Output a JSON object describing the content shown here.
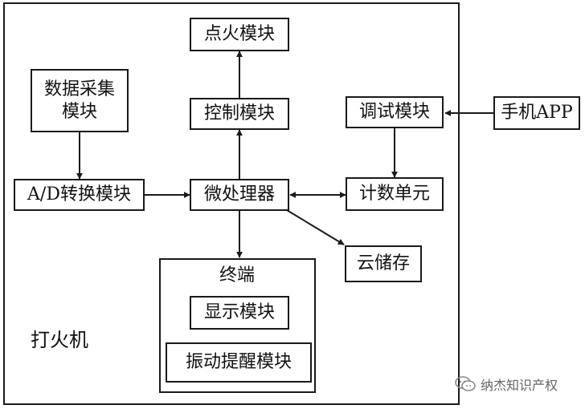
{
  "nodes": {
    "ignition": "点火模块",
    "data_acq": "数据采集\n模块",
    "control": "控制模块",
    "debug": "调试模块",
    "phone_app": "手机APP",
    "ad_convert": "A/D转换模块",
    "mcu": "微处理器",
    "counter": "计数单元",
    "cloud": "云储存",
    "terminal": "终端",
    "display": "显示模块",
    "vibration": "振动提醒模块"
  },
  "outer_label": "打火机",
  "watermark": "纳杰知识产权",
  "colors": {
    "line": "#1a1a1a",
    "watermark": "#666666"
  }
}
